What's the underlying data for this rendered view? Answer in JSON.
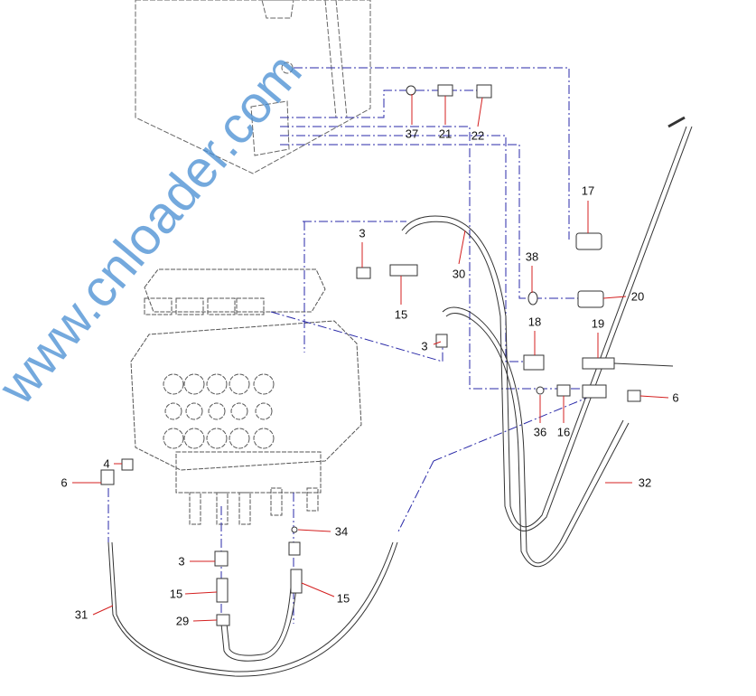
{
  "diagram": {
    "part_labels": [
      "37",
      "21",
      "22",
      "17",
      "3",
      "30",
      "38",
      "20",
      "15",
      "18",
      "19",
      "3",
      "36",
      "16",
      "6",
      "4",
      "6",
      "32",
      "34",
      "3",
      "15",
      "15",
      "31",
      "29"
    ],
    "watermark": "www.cnloader.com",
    "colors": {
      "leader": "#d42020",
      "flow_line": "#2a2aa8",
      "outline": "#555555",
      "watermark": "#468cd2"
    }
  }
}
